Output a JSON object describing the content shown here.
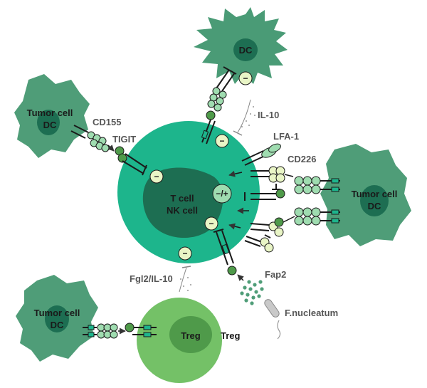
{
  "cells": {
    "dc_top": "DC",
    "tumor_left_top": [
      "Tumor cell",
      "DC"
    ],
    "tumor_right": [
      "Tumor cell",
      "DC"
    ],
    "tumor_left_bottom": [
      "Tumor cell",
      "DC"
    ],
    "t_cell": [
      "T cell",
      "NK cell"
    ],
    "treg_nucleus": "Treg",
    "treg_outside": "Treg"
  },
  "molecules": {
    "cd155": "CD155",
    "tigit": "TIGIT",
    "il10": "IL-10",
    "lfa1": "LFA-1",
    "cd226": "CD226",
    "fap2": "Fap2",
    "fnucleatum": "F.nucleatum",
    "fgl2_il10": "Fgl2/IL-10"
  },
  "signs": {
    "minus": "−",
    "dual": "−/+"
  },
  "colors": {
    "t_cell": "#1db58c",
    "t_nucleus": "#1d6e52",
    "dc": "#4a9b76",
    "tumor": "#4f9d78",
    "treg": "#74c167",
    "treg_nucleus": "#4f9a4a",
    "bead": "#9fdcb0",
    "bead_pale": "#e9f5c6",
    "sign_bg": "#e9f5c6"
  }
}
